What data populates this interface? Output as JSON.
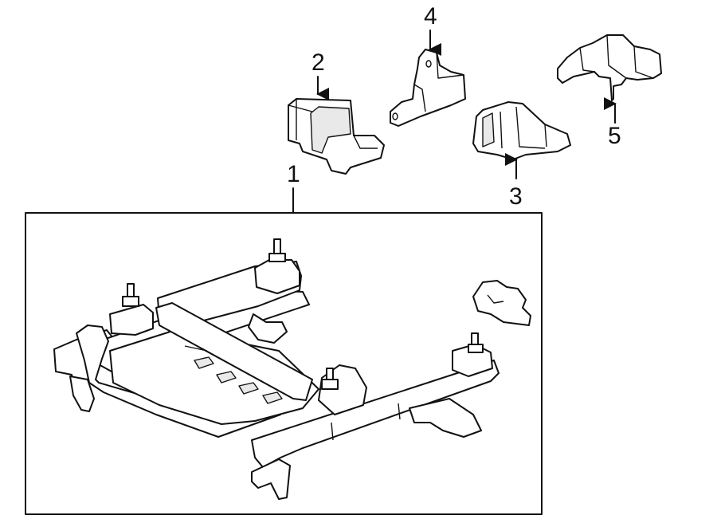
{
  "callouts": {
    "frame": "1",
    "bracket_left": "2",
    "bracket_right": "3",
    "plate": "4",
    "clip": "5"
  },
  "colors": {
    "stroke": "#111111",
    "fill": "#ffffff",
    "background": "#ffffff"
  }
}
